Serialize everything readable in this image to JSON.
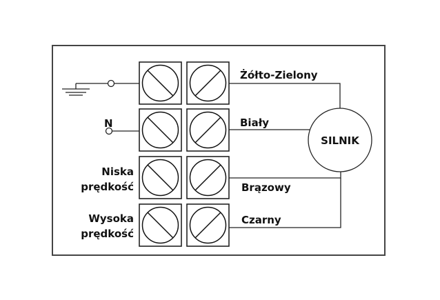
{
  "diagram": {
    "title": "Motor wiring terminal diagram",
    "motor_label": "SILNIK",
    "left_labels": {
      "neutral": "N",
      "low_speed": [
        "Niska",
        "prędkość"
      ],
      "high_speed": [
        "Wysoka",
        "prędkość"
      ]
    },
    "wire_labels": [
      "Żółto-Zielony",
      "Biały",
      "Brązowy",
      "Czarny"
    ],
    "terminal_rows": [
      {
        "input": "ground",
        "wire": "Żółto-Zielony"
      },
      {
        "input": "N",
        "wire": "Biały"
      },
      {
        "input": "Niska prędkość",
        "wire": "Brązowy"
      },
      {
        "input": "Wysoka prędkość",
        "wire": "Czarny"
      }
    ],
    "icons": {
      "ground": "ground-symbol-icon",
      "terminal": "terminal-screw-icon"
    }
  }
}
